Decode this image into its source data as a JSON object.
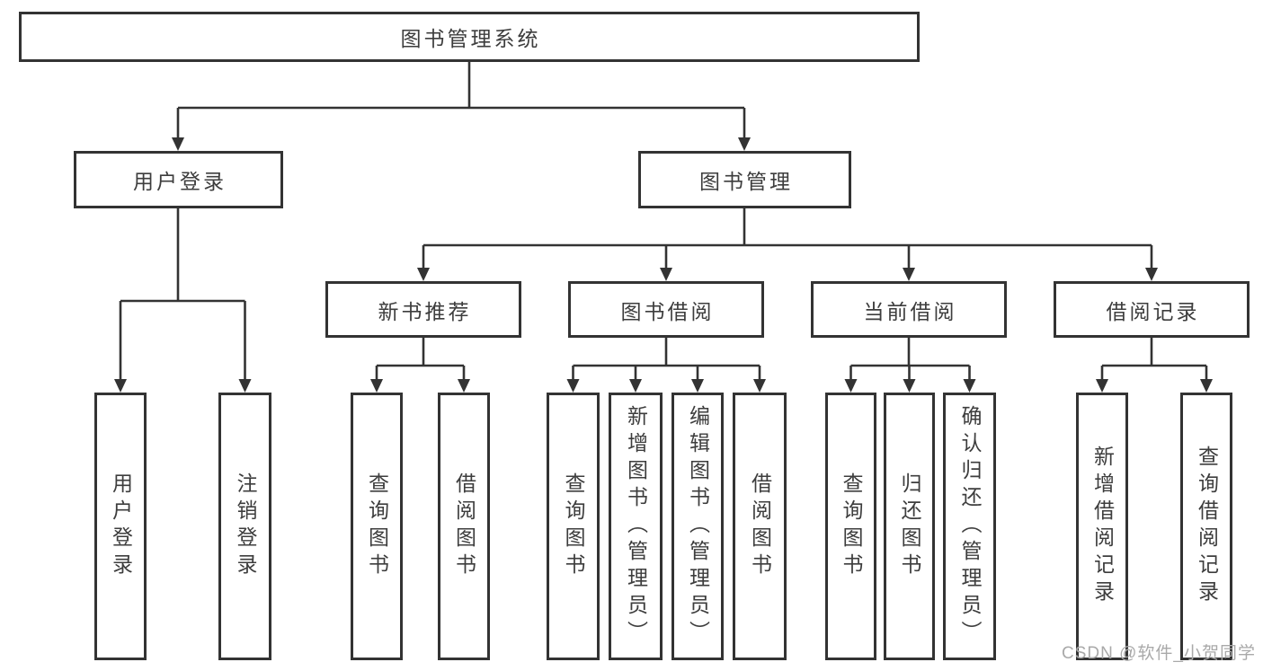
{
  "diagram": {
    "title_node": "图书管理系统",
    "level2": [
      "用户登录",
      "图书管理"
    ],
    "level3": [
      "新书推荐",
      "图书借阅",
      "当前借阅",
      "借阅记录"
    ],
    "leaves": [
      "用户登录",
      "注销登录",
      "查询图书",
      "借阅图书",
      "查询图书",
      "新增图书（管理员）",
      "编辑图书（管理员）",
      "借阅图书",
      "查询图书",
      "归还图书",
      "确认归还（管理员）",
      "新增借阅记录",
      "查询借阅记录"
    ]
  },
  "watermark": {
    "text": "CSDN @软件_小贺同学"
  },
  "colors": {
    "line": "#333333",
    "box_border": "#333333",
    "box_fill": "#ffffff",
    "text": "#3d3d3d",
    "watermark": "#a9a9a9",
    "background": "#ffffff"
  }
}
